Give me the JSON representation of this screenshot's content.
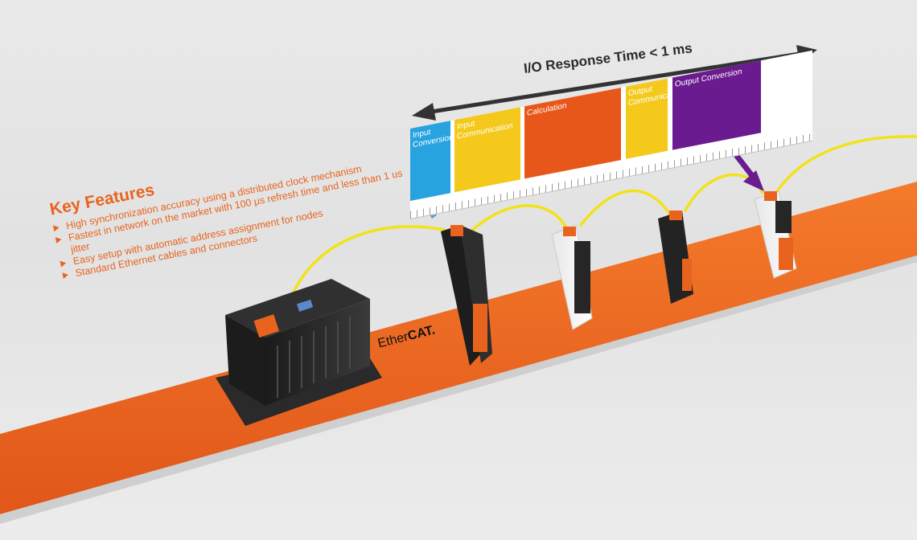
{
  "key_features": {
    "title": "Key Features",
    "items": [
      "High synchronization accuracy using a distributed clock mechanism",
      "Fastest in network on the market with 100 μs refresh time and less than 1 us jitter",
      "Easy setup with automatic address assignment for nodes",
      "Standard Ethernet cables and connectors"
    ]
  },
  "response_time": {
    "label": "I/O Response Time < 1 ms",
    "phases": [
      {
        "label": "Input Conversion",
        "color": "#27a3e0"
      },
      {
        "label": "Input Communication",
        "color": "#f4c91b"
      },
      {
        "label": "Calculation",
        "color": "#e8571a"
      },
      {
        "label": "Output Communication",
        "color": "#f4c91b"
      },
      {
        "label": "Output Conversion",
        "color": "#6a1b8f"
      }
    ]
  },
  "logo": {
    "prefix": "Ether",
    "suffix": "CAT."
  },
  "colors": {
    "accent": "#e8641e",
    "rail": "#f06d1f",
    "cable": "#f2e21a",
    "device_dark": "#232323",
    "device_light": "#f4f4f4"
  }
}
